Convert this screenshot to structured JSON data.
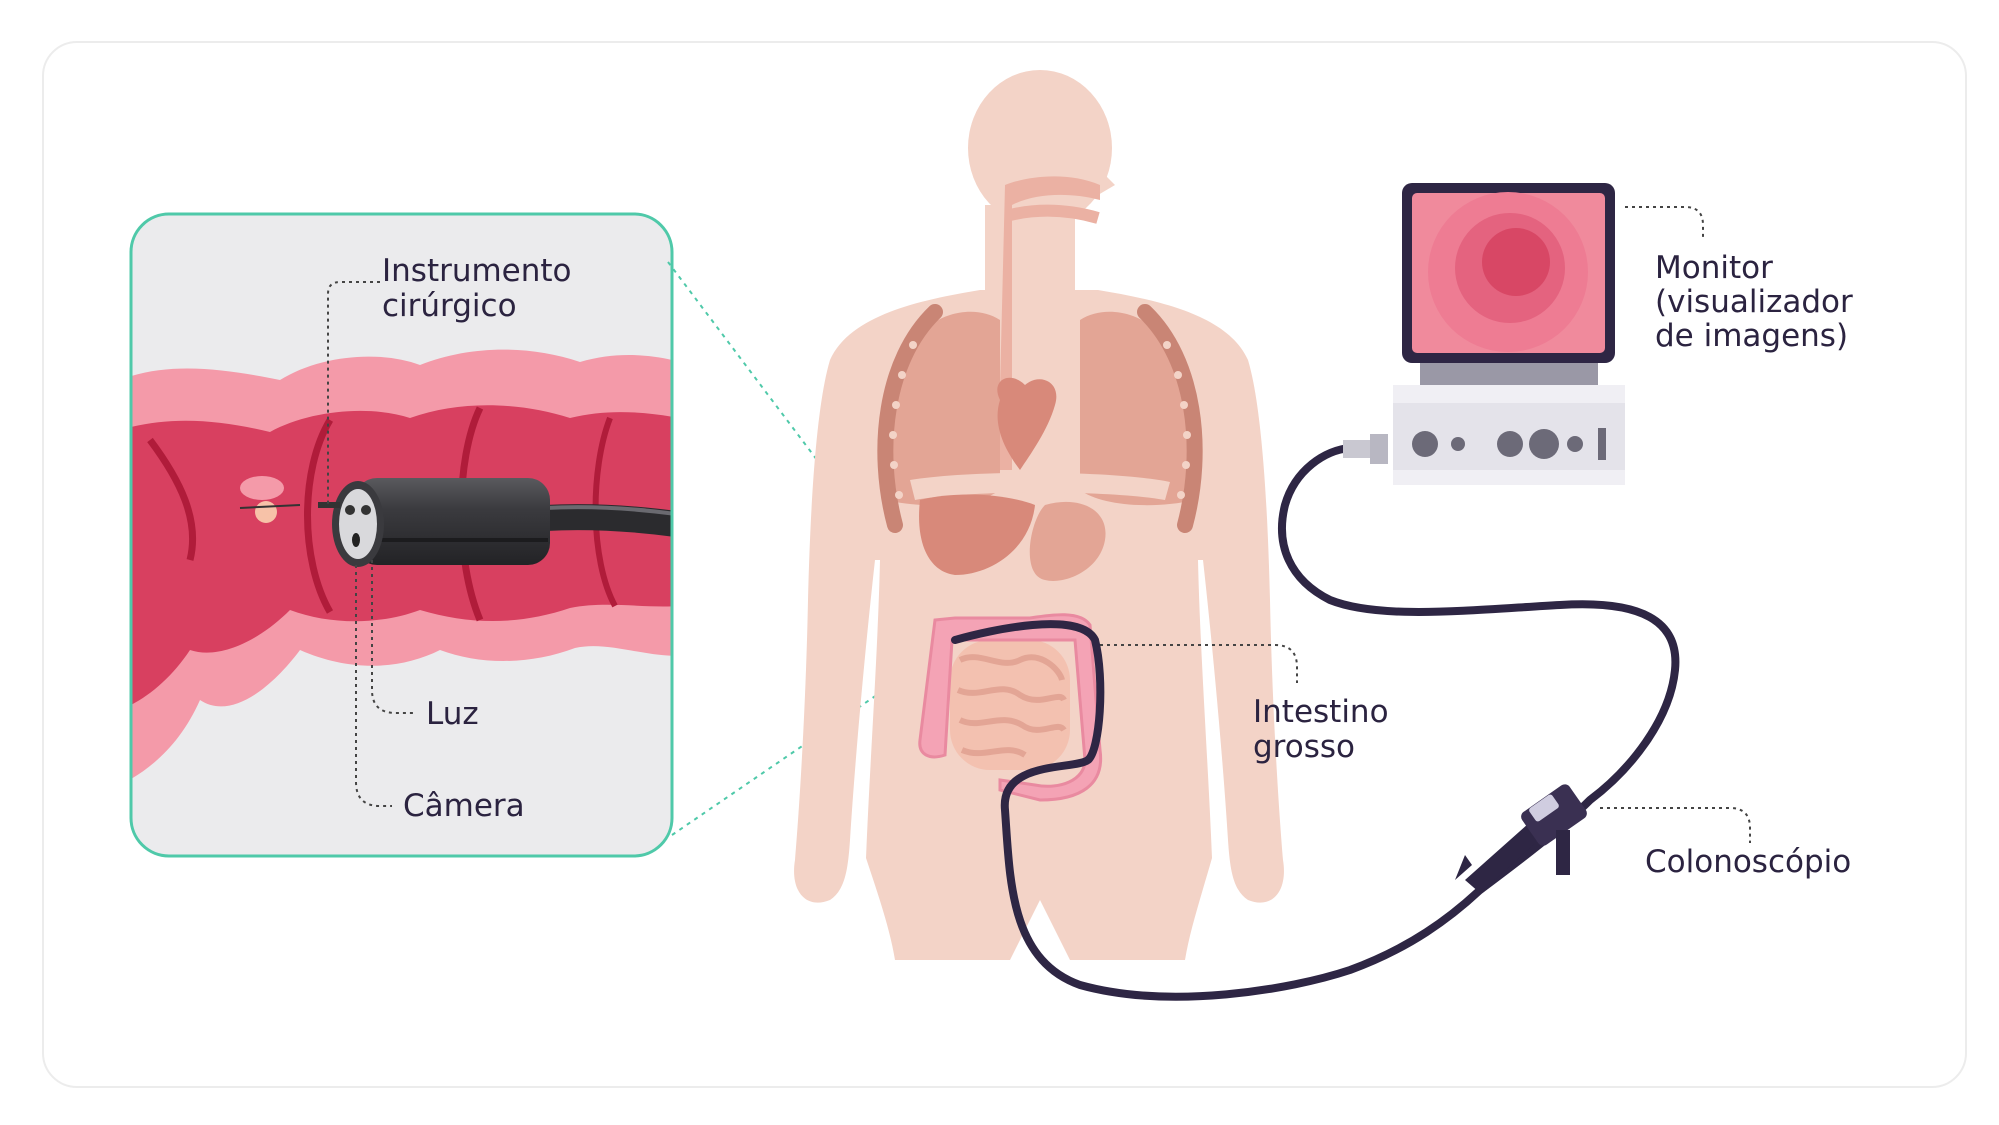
{
  "labels": {
    "instrumento_l1": "Instrumento",
    "instrumento_l2": "cirúrgico",
    "luz": "Luz",
    "camera": "Câmera",
    "monitor_l1": "Monitor",
    "monitor_l2": "(visualizador",
    "monitor_l3": "de imagens)",
    "intestino_l1": "Intestino",
    "intestino_l2": "grosso",
    "colonoscopio": "Colonoscópio"
  },
  "colors": {
    "card_border": "#ececec",
    "inset_border": "#4fc9a9",
    "inset_bg": "#ebebed",
    "body_skin": "#f3d3c7",
    "colon_outer": "#f49aa9",
    "colon_inner": "#d84060",
    "scope_cable": "#2e2644",
    "text": "#2b2340",
    "monitor_screen": "#f08a9c",
    "monitor_frame": "#2e2644",
    "device_box": "#e4e3ea"
  },
  "icons": [
    "colonoscope-tip-icon",
    "monitor-icon",
    "human-body-icon",
    "colonoscope-handle-icon"
  ]
}
